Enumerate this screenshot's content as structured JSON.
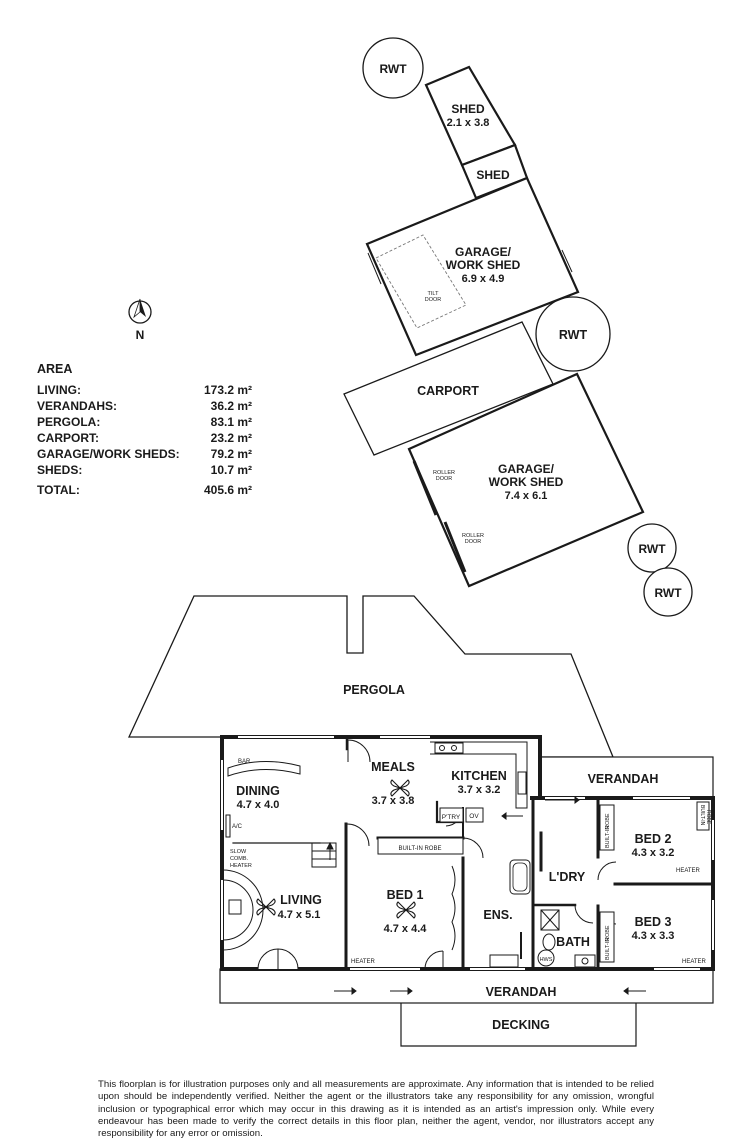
{
  "compass": {
    "label": "N"
  },
  "area": {
    "title": "AREA",
    "rows": [
      {
        "label": "LIVING:",
        "value": "173.2 m²"
      },
      {
        "label": "VERANDAHS:",
        "value": "36.2 m²"
      },
      {
        "label": "PERGOLA:",
        "value": "83.1 m²"
      },
      {
        "label": "CARPORT:",
        "value": "23.2 m²"
      },
      {
        "label": "GARAGE/WORK SHEDS:",
        "value": "79.2 m²"
      },
      {
        "label": "SHEDS:",
        "value": "10.7 m²"
      }
    ],
    "total": {
      "label": "TOTAL:",
      "value": "405.6 m²"
    }
  },
  "outbuildings": {
    "rwt": "RWT",
    "shed1": {
      "name": "SHED",
      "size": "2.1 x 3.8"
    },
    "shed2": {
      "name": "SHED"
    },
    "garage1": {
      "name_line1": "GARAGE/",
      "name_line2": "WORK SHED",
      "size": "6.9 x 4.9",
      "door_line1": "TILT",
      "door_line2": "DOOR"
    },
    "carport": {
      "name": "CARPORT"
    },
    "garage2": {
      "name_line1": "GARAGE/",
      "name_line2": "WORK SHED",
      "size": "7.4 x 6.1",
      "door_line1": "ROLLER",
      "door_line2": "DOOR"
    }
  },
  "house": {
    "pergola": "PERGOLA",
    "verandah": "VERANDAH",
    "decking": "DECKING",
    "rooms": {
      "dining": {
        "name": "DINING",
        "size": "4.7 x 4.0"
      },
      "meals": {
        "name": "MEALS",
        "size": "3.7 x 3.8"
      },
      "kitchen": {
        "name": "KITCHEN",
        "size": "3.7 x 3.2"
      },
      "living": {
        "name": "LIVING",
        "size": "4.7 x 5.1"
      },
      "bed1": {
        "name": "BED 1",
        "size": "4.7 x 4.4"
      },
      "ens": {
        "name": "ENS."
      },
      "ldry": {
        "name": "L'DRY"
      },
      "bath": {
        "name": "BATH"
      },
      "bed2": {
        "name": "BED 2",
        "size": "4.3 x 3.2"
      },
      "bed3": {
        "name": "BED 3",
        "size": "4.3 x 3.3"
      }
    },
    "fixtures": {
      "bar": "BAR",
      "ac": "A/C",
      "slow_line1": "SLOW",
      "slow_line2": "COMB.",
      "slow_line3": "HEATER",
      "builtin_robe": "BUILT-IN ROBE",
      "ptry": "P'TRY",
      "ov": "OV",
      "heater": "HEATER",
      "hws": "HWS",
      "robe_line1": "BUILT-IN",
      "robe_line2": "ROBE"
    }
  },
  "disclaimer": "This floorplan is for illustration purposes only and all measurements are approximate. Any information that is intended to be relied upon should be independently verified. Neither the agent or the illustrators take any responsibility for any omission, wrongful inclusion or typographical error which may occur in this drawing as it is intended as an artist's impression only. While every endeavour has been made to verify the correct details in this floor plan, neither the agent, vendor, nor illustrators accept any responsibility for any error or omission."
}
